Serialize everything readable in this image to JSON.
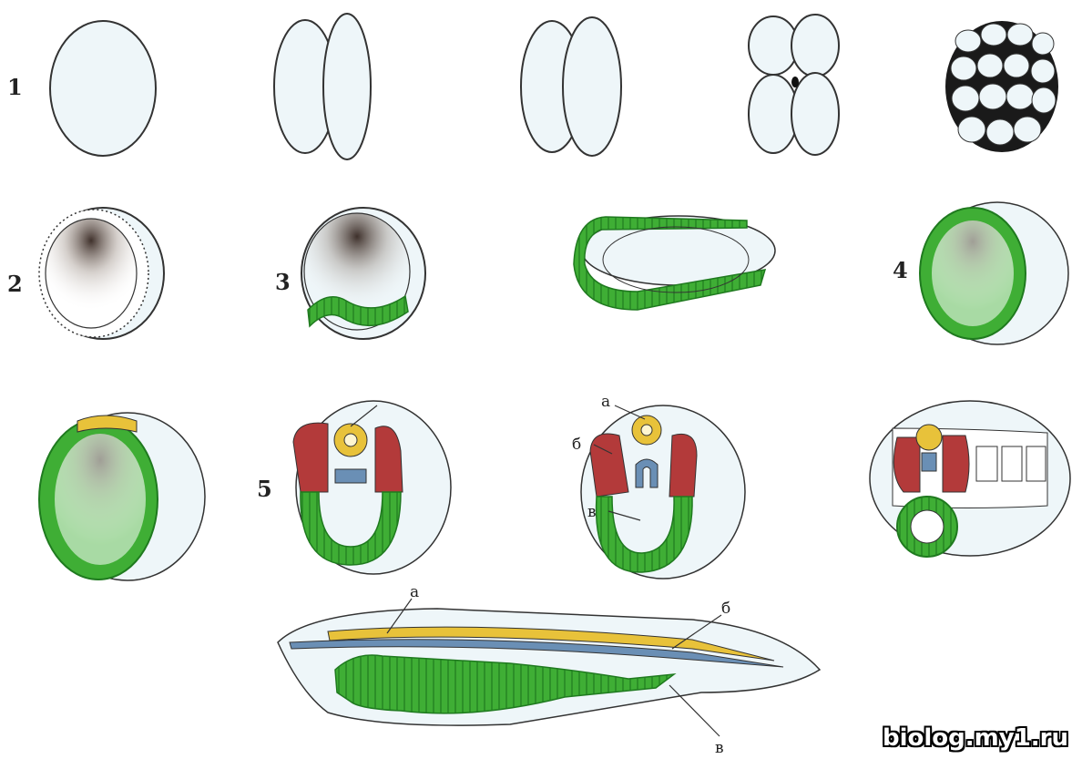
{
  "labels": {
    "stage1": "1",
    "stage2": "2",
    "stage3": "3",
    "stage4": "4",
    "stage5": "5",
    "part_a": "а",
    "part_b": "б",
    "part_v": "в"
  },
  "watermark": "biolog.my1.ru",
  "colors": {
    "endoderm": "#3fae35",
    "endoderm_dark": "#1f7a1f",
    "mesoderm": "#b33a3a",
    "neural": "#e8c23a",
    "notochord": "#6a8fb5",
    "cell_fill": "#eef6f9",
    "outline": "#333333"
  }
}
